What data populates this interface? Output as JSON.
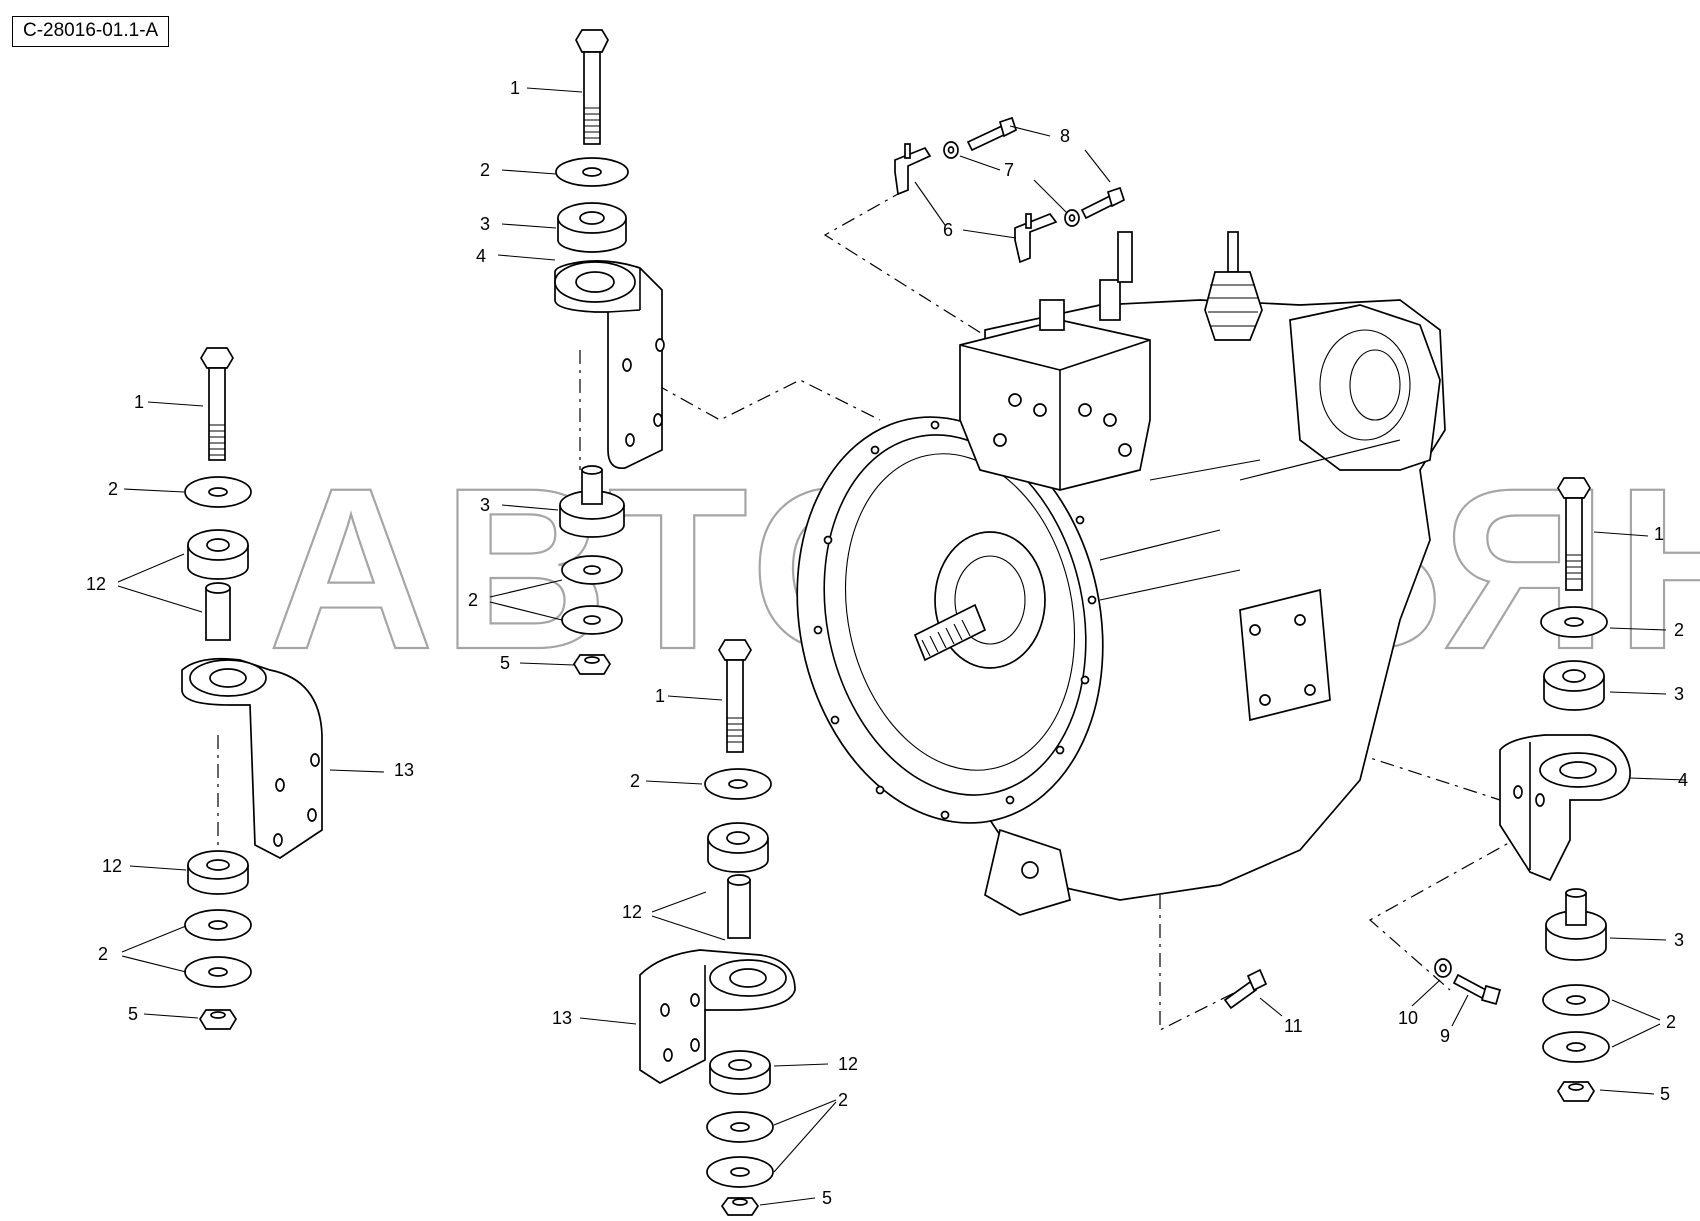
{
  "diagram": {
    "code": "C-28016-01.1-A",
    "watermark": "АВТОАЛЬЯНС"
  },
  "callouts": [
    {
      "id": "c-1-center",
      "label": "1"
    },
    {
      "id": "c-2-center",
      "label": "2"
    },
    {
      "id": "c-3-center-top",
      "label": "3"
    },
    {
      "id": "c-4-center",
      "label": "4"
    },
    {
      "id": "c-3-center-bottom",
      "label": "3"
    },
    {
      "id": "c-2-center-pair",
      "label": "2"
    },
    {
      "id": "c-5-center",
      "label": "5"
    },
    {
      "id": "c-1-left",
      "label": "1"
    },
    {
      "id": "c-2-left-top",
      "label": "2"
    },
    {
      "id": "c-12-left-top",
      "label": "12"
    },
    {
      "id": "c-13-left",
      "label": "13"
    },
    {
      "id": "c-12-left-bottom",
      "label": "12"
    },
    {
      "id": "c-2-left-pair",
      "label": "2"
    },
    {
      "id": "c-5-left",
      "label": "5"
    },
    {
      "id": "c-1-lower",
      "label": "1"
    },
    {
      "id": "c-2-lower-top",
      "label": "2"
    },
    {
      "id": "c-12-lower-top",
      "label": "12"
    },
    {
      "id": "c-13-lower",
      "label": "13"
    },
    {
      "id": "c-12-lower-bottom",
      "label": "12"
    },
    {
      "id": "c-2-lower-pair",
      "label": "2"
    },
    {
      "id": "c-5-lower",
      "label": "5"
    },
    {
      "id": "c-8",
      "label": "8"
    },
    {
      "id": "c-7",
      "label": "7"
    },
    {
      "id": "c-6",
      "label": "6"
    },
    {
      "id": "c-11",
      "label": "11"
    },
    {
      "id": "c-10",
      "label": "10"
    },
    {
      "id": "c-9",
      "label": "9"
    },
    {
      "id": "c-1-right",
      "label": "1"
    },
    {
      "id": "c-2-right-top",
      "label": "2"
    },
    {
      "id": "c-3-right-top",
      "label": "3"
    },
    {
      "id": "c-4-right",
      "label": "4"
    },
    {
      "id": "c-3-right-bottom",
      "label": "3"
    },
    {
      "id": "c-2-right-pair",
      "label": "2"
    },
    {
      "id": "c-5-right",
      "label": "5"
    }
  ]
}
